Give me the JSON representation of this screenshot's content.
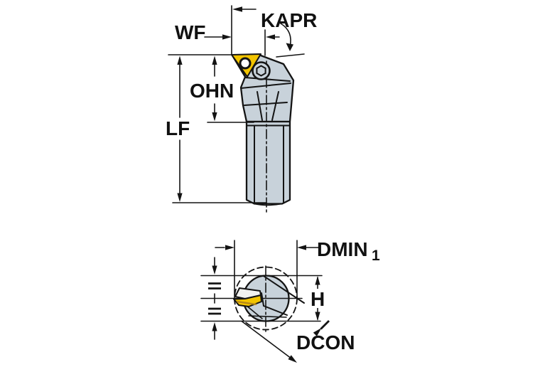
{
  "drawing": {
    "side_view": {
      "labels": {
        "kapr": "KAPR",
        "wf": "WF",
        "ohn": "OHN",
        "lf": "LF"
      }
    },
    "end_view": {
      "labels": {
        "dmin": "DMIN",
        "dmin_sub": "1",
        "h": "H",
        "dcon": "DCON"
      },
      "symbols": {
        "equal_mark": "=",
        "center_cross": "+"
      }
    },
    "colors": {
      "line": "#141414",
      "body": "#c8d2da",
      "insert": "#f2c400",
      "insert_shadow": "#b3861a",
      "clamp": "#f2f2ef",
      "hole": "#ffffff",
      "background": "#ffffff"
    }
  }
}
